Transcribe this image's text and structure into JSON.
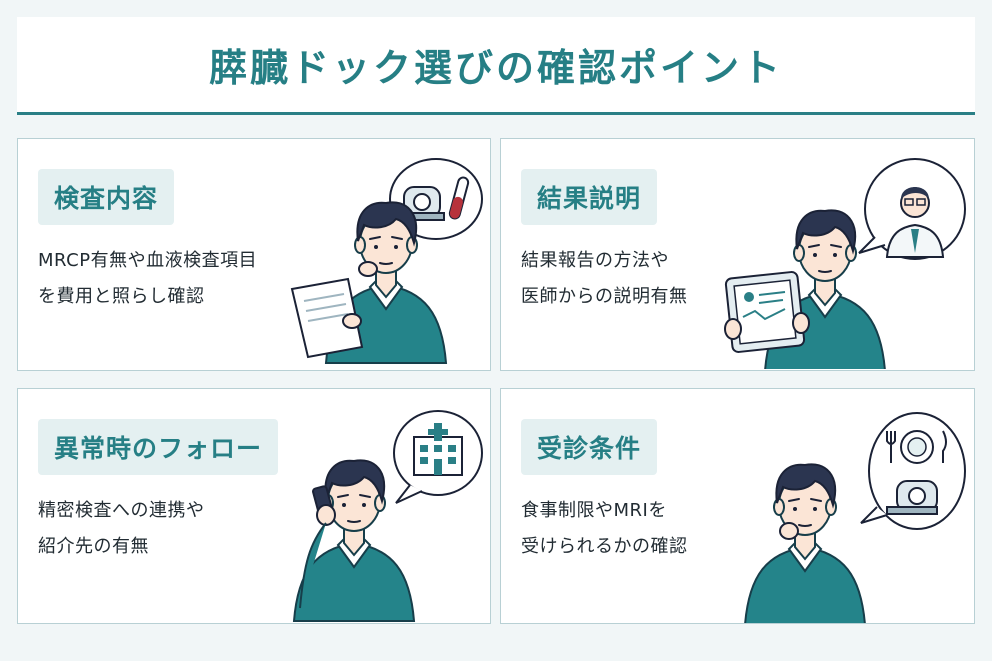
{
  "title": "膵臓ドック選びの確認ポイント",
  "colors": {
    "accent": "#267f85",
    "badge_bg": "#e4f0f1",
    "sweater": "#24848a",
    "hair": "#2b3550",
    "background": "#f1f6f7"
  },
  "cards": [
    {
      "title": "検査内容",
      "lines": [
        "MRCP有無や血液検査項目",
        "を費用と照らし確認"
      ],
      "icon": "mri-scanner-and-blood-tube-thought-icon"
    },
    {
      "title": "結果説明",
      "lines": [
        "結果報告の方法や",
        "医師からの説明有無"
      ],
      "icon": "doctor-explaining-icon"
    },
    {
      "title": "異常時のフォロー",
      "lines": [
        "精密検査への連携や",
        "紹介先の有無"
      ],
      "icon": "hospital-building-icon"
    },
    {
      "title": "受診条件",
      "lines": [
        "食事制限やMRIを",
        "受けられるかの確認"
      ],
      "icon": "meal-and-mri-icon"
    }
  ]
}
